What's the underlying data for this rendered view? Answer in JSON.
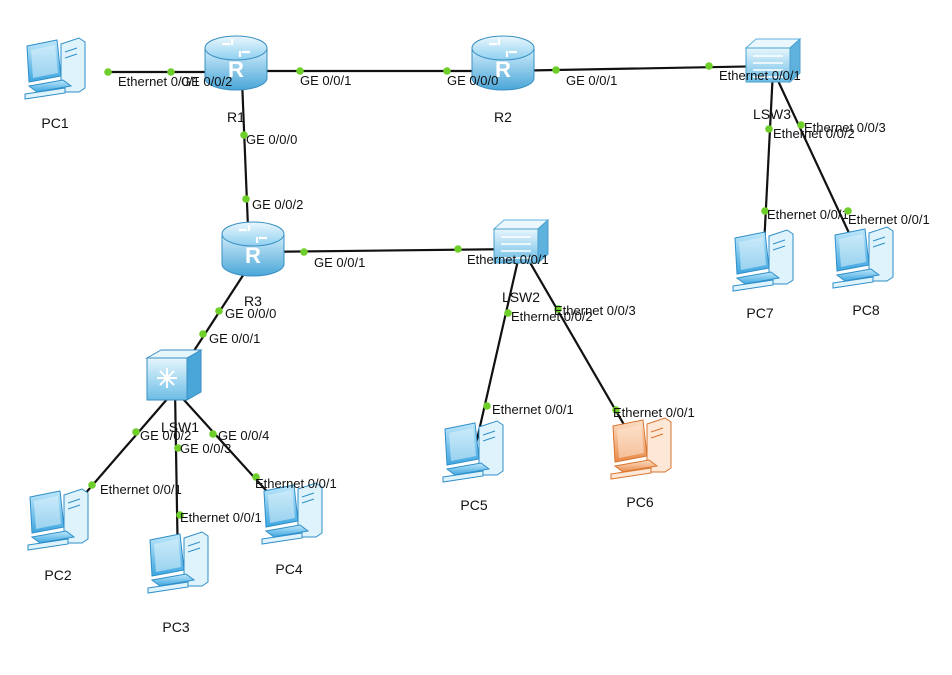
{
  "colors": {
    "router_light": "#bfe6f8",
    "router_dark": "#4aa6d8",
    "switch_light": "#d6f0fb",
    "switch_dark": "#6cbde6",
    "pc_normal": "#55b8ea",
    "pc_highlight": "#f0a060",
    "port_dot": "#6fcf2a",
    "link": "#111111"
  },
  "devices": [
    {
      "id": "PC1",
      "label": "PC1",
      "kind": "pc",
      "icon": "pc-icon"
    },
    {
      "id": "R1",
      "label": "R1",
      "kind": "router",
      "icon": "router-icon"
    },
    {
      "id": "R2",
      "label": "R2",
      "kind": "router",
      "icon": "router-icon"
    },
    {
      "id": "LSW3",
      "label": "LSW3",
      "kind": "switch",
      "icon": "switch-icon"
    },
    {
      "id": "R3",
      "label": "R3",
      "kind": "router",
      "icon": "router-icon"
    },
    {
      "id": "LSW2",
      "label": "LSW2",
      "kind": "switch",
      "icon": "switch-icon"
    },
    {
      "id": "LSW1",
      "label": "LSW1",
      "kind": "l3switch",
      "icon": "l3-switch-icon"
    },
    {
      "id": "PC7",
      "label": "PC7",
      "kind": "pc",
      "icon": "pc-icon"
    },
    {
      "id": "PC8",
      "label": "PC8",
      "kind": "pc",
      "icon": "pc-icon"
    },
    {
      "id": "PC5",
      "label": "PC5",
      "kind": "pc",
      "icon": "pc-icon"
    },
    {
      "id": "PC6",
      "label": "PC6",
      "kind": "pc",
      "icon": "pc-icon",
      "highlight": true
    },
    {
      "id": "PC2",
      "label": "PC2",
      "kind": "pc",
      "icon": "pc-icon"
    },
    {
      "id": "PC3",
      "label": "PC3",
      "kind": "pc",
      "icon": "pc-icon"
    },
    {
      "id": "PC4",
      "label": "PC4",
      "kind": "pc",
      "icon": "pc-icon"
    }
  ],
  "links": [
    {
      "id": "PC1-R1",
      "ports": [
        "Ethernet 0/0/1",
        "GE 0/0/2"
      ]
    },
    {
      "id": "R1-R2",
      "ports": [
        "GE 0/0/1",
        "GE 0/0/0"
      ]
    },
    {
      "id": "R2-LSW3",
      "ports": [
        "GE 0/0/1",
        "Ethernet 0/0/1"
      ]
    },
    {
      "id": "R1-R3",
      "ports": [
        "GE 0/0/0",
        "GE 0/0/2"
      ]
    },
    {
      "id": "R3-LSW2",
      "ports": [
        "GE 0/0/1",
        "Ethernet 0/0/1"
      ]
    },
    {
      "id": "R3-LSW1",
      "ports": [
        "GE 0/0/0",
        "GE 0/0/1"
      ]
    },
    {
      "id": "LSW3-PC7",
      "ports": [
        "Ethernet 0/0/2",
        "Ethernet 0/0/1"
      ]
    },
    {
      "id": "LSW3-PC8",
      "ports": [
        "Ethernet 0/0/3",
        "Ethernet 0/0/1"
      ]
    },
    {
      "id": "LSW2-PC5",
      "ports": [
        "Ethernet 0/0/2",
        "Ethernet 0/0/1"
      ]
    },
    {
      "id": "LSW2-PC6",
      "ports": [
        "Ethernet 0/0/3",
        "Ethernet 0/0/1"
      ]
    },
    {
      "id": "LSW1-PC2",
      "ports": [
        "GE 0/0/2",
        "Ethernet 0/0/1"
      ]
    },
    {
      "id": "LSW1-PC3",
      "ports": [
        "GE 0/0/3",
        "Ethernet 0/0/1"
      ]
    },
    {
      "id": "LSW1-PC4",
      "ports": [
        "GE 0/0/4",
        "Ethernet 0/0/1"
      ]
    }
  ]
}
